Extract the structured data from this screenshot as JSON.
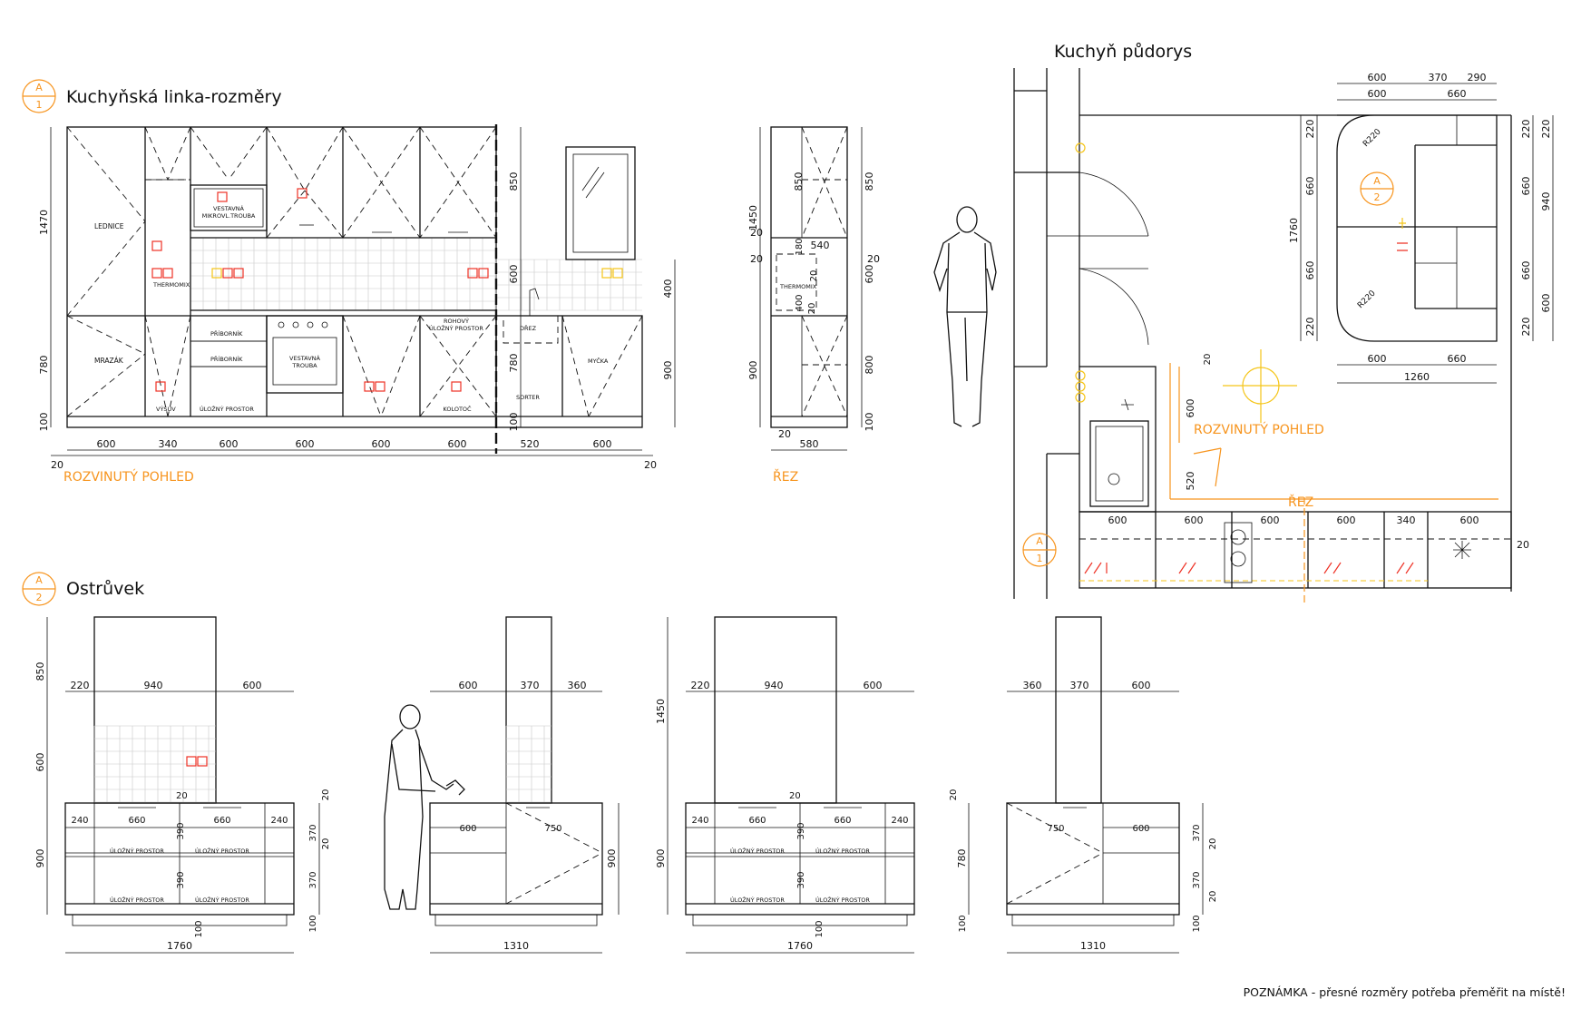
{
  "title_a1": "Kuchyňská linka-rozměry",
  "title_a2": "Ostrůvek",
  "title_plan": "Kuchyň půdorys",
  "tag_a": "A",
  "tag_1": "1",
  "tag_2": "2",
  "view_label": "ROZVINUTÝ POHLED",
  "section_label": "ŘEZ",
  "note": "POZNÁMKA - přesné rozměry potřeba přeměřit na místě!",
  "labels": {
    "fridge": "LEDNICE",
    "freezer": "MRAZÁK",
    "microwave_1": "VESTAVNÁ",
    "microwave_2": "MIKROVL.TROUBA",
    "thermomix": "THERMOMIX",
    "cutlery": "PŘÍBORNÍK",
    "storage": "ÚLOŽNÝ PROSTOR",
    "oven_1": "VESTAVNÁ",
    "oven_2": "TROUBA",
    "corner_1": "ROHOVÝ",
    "corner_2": "ÚLOŽNÝ PROSTOR",
    "carousel": "KOLOTOČ",
    "sink": "DŘEZ",
    "sorter": "SORTER",
    "dishwasher": "MYČKA",
    "pullout": "VÝSUV"
  },
  "dims_a1_bottom": [
    "600",
    "340",
    "600",
    "600",
    "600",
    "600",
    "520",
    "600"
  ],
  "dims_a1_left": [
    "1470",
    "780",
    "100"
  ],
  "dims_a1_right": [
    "400",
    "900"
  ],
  "dims_mid": [
    "850",
    "600",
    "780",
    "100",
    "20"
  ],
  "dims_rez_left": [
    "1450",
    "20",
    "20",
    "900",
    "20"
  ],
  "dims_rez_right": [
    "850",
    "600",
    "800",
    "100",
    "20"
  ],
  "dims_rez_inner": [
    "850",
    "540",
    "180",
    "20",
    "400",
    "20",
    "580"
  ],
  "dims_plan_top1": [
    "600",
    "370",
    "290"
  ],
  "dims_plan_top2": [
    "600",
    "660"
  ],
  "dims_plan_left": [
    "1760",
    "220",
    "660",
    "660",
    "220"
  ],
  "dims_plan_right1": [
    "220",
    "660",
    "660",
    "220"
  ],
  "dims_plan_right2": [
    "220",
    "940",
    "600"
  ],
  "dims_plan_bottom1": [
    "600",
    "660"
  ],
  "dims_plan_bottom2": [
    "1260"
  ],
  "dims_plan_counter": [
    "600",
    "600",
    "600",
    "600",
    "340",
    "600"
  ],
  "dims_plan_misc": [
    "20",
    "600",
    "520",
    "R220",
    "R220",
    "20"
  ],
  "dims_island1_top": [
    "220",
    "940",
    "600"
  ],
  "dims_island1_drawers": [
    "240",
    "660",
    "660",
    "240"
  ],
  "dims_island1_left": [
    "850",
    "600",
    "900"
  ],
  "dims_island_vert": [
    "370",
    "20",
    "370",
    "20",
    "100",
    "390",
    "390",
    "20",
    "100"
  ],
  "dims_island_1760": "1760",
  "dims_island_1310": "1310",
  "dims_island2_top": [
    "600",
    "370",
    "360"
  ],
  "dims_island2_mid": [
    "600",
    "750",
    "900"
  ],
  "dims_island3_left": "1450",
  "dims_island4_top": [
    "360",
    "370",
    "600"
  ],
  "dims_island4_mid": [
    "750",
    "600",
    "780"
  ]
}
